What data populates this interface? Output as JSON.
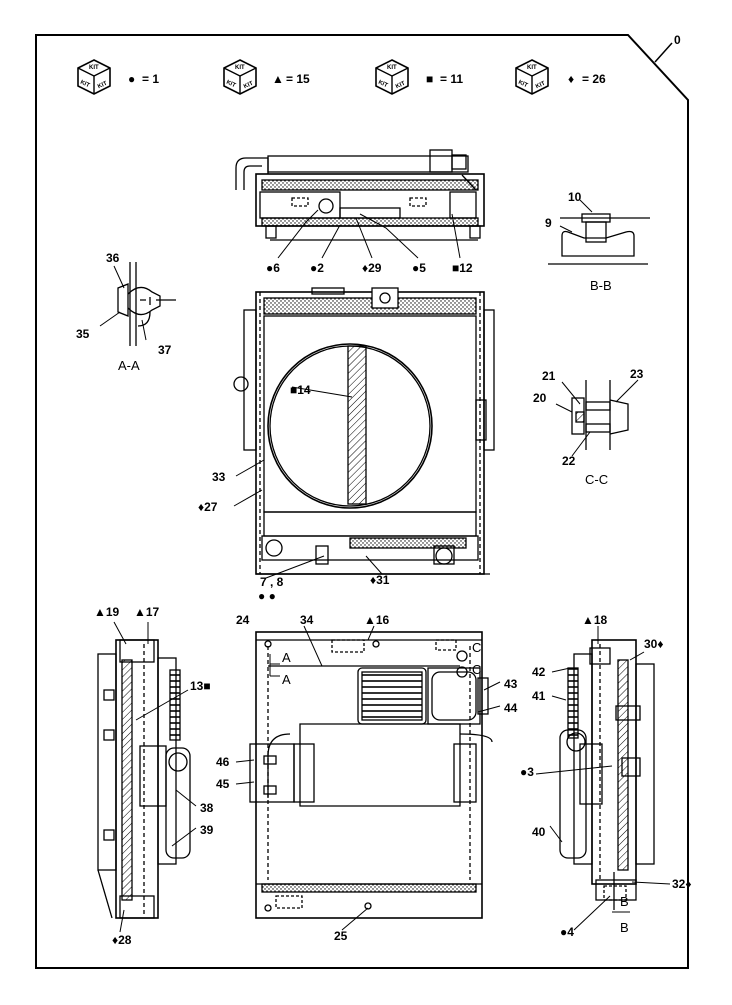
{
  "sheet": {
    "page_number": "0",
    "kits": [
      {
        "symbol": "●",
        "equals": "= 1",
        "kit_word": "KIT"
      },
      {
        "symbol": "▲",
        "equals": "= 15",
        "kit_word": "KIT"
      },
      {
        "symbol": "■",
        "equals": "= 11",
        "kit_word": "KIT"
      },
      {
        "symbol": "♦",
        "equals": "= 26",
        "kit_word": "KIT"
      }
    ]
  },
  "sections": {
    "aa": "A-A",
    "bb": "B-B",
    "cc": "C-C",
    "cut_a": "A",
    "cut_b": "B",
    "cut_c": "C"
  },
  "callouts": [
    "●6",
    "●2",
    "♦29",
    "●5",
    "■12",
    "10",
    "9",
    "36",
    "35",
    "37",
    "■14",
    "33",
    "♦27",
    "21",
    "23",
    "20",
    "22",
    "7 , 8",
    "● ●",
    "♦31",
    "▲19",
    "▲17",
    "13■",
    "38",
    "39",
    "♦28",
    "24",
    "34",
    "▲16",
    "43",
    "44",
    "46",
    "45",
    "25",
    "▲18",
    "30♦",
    "42",
    "41",
    "●3",
    "40",
    "32♦",
    "●4"
  ]
}
